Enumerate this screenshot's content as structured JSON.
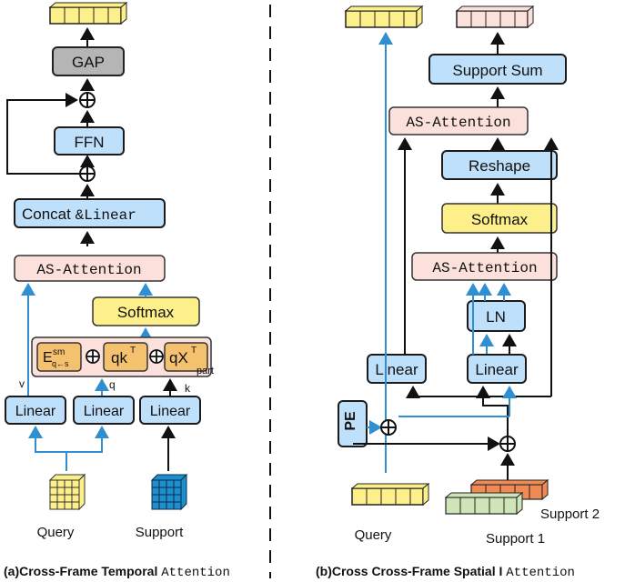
{
  "left": {
    "gap": "GAP",
    "ffn": "FFN",
    "concat_a": "Concat ",
    "concat_b": "&Linear",
    "as_attention": "AS-Attention",
    "softmax": "Softmax",
    "attn_e": "E",
    "attn_e_sup": "sm",
    "attn_e_sub": "q←s",
    "attn_qk": "qk",
    "attn_qx": "qX",
    "attn_qx_sub": "part",
    "sup_t": "T",
    "label_v": "v",
    "label_q": "q",
    "label_k": "k",
    "linear": "Linear",
    "query": "Query",
    "support": "Support",
    "caption_a": "(a)Cross-Frame Temporal ",
    "caption_b": "Attention"
  },
  "right": {
    "support_sum": "Support Sum",
    "as_attention_top": "AS-Attention",
    "reshape": "Reshape",
    "softmax": "Softmax",
    "as_attention_mid": "AS-Attention",
    "ln": "LN",
    "linear": "Linear",
    "pe": "PE",
    "query": "Query",
    "support2": "Support  2",
    "support1": "Support  1",
    "caption_a": "(b)Cross Cross-Frame Spatial I ",
    "caption_b": "Attention"
  },
  "colors": {
    "blue_box": "#bfe0fb",
    "pink_box": "#fbe0dc",
    "yellow_box": "#fdf08a",
    "gray_box": "#b5b5b5",
    "arrow_blue": "#2f8fd0"
  }
}
